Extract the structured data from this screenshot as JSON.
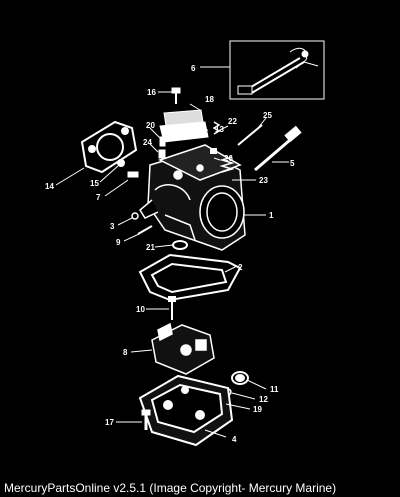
{
  "callouts": [
    "1",
    "2",
    "3",
    "4",
    "5",
    "6",
    "7",
    "8",
    "9",
    "10",
    "11",
    "12",
    "13",
    "14",
    "15",
    "16",
    "17",
    "18",
    "19",
    "20",
    "21",
    "22",
    "23",
    "24",
    "25",
    "26"
  ],
  "footer": "MercuryPartsOnline v2.5.1 (Image Copyright- Mercury Marine)"
}
